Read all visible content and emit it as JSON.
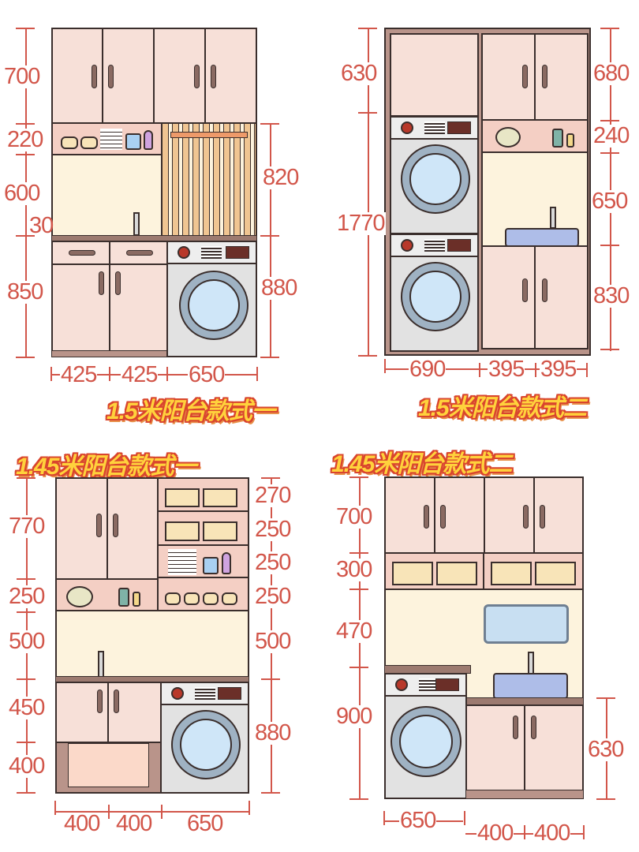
{
  "designs": [
    {
      "title": "1.5米阳台款式一",
      "left_dims": [
        "700",
        "220",
        "600",
        "30",
        "850"
      ],
      "right_dims": [
        "820",
        "880"
      ],
      "bottom_dims": [
        "425",
        "425",
        "650"
      ]
    },
    {
      "title": "1.5米阳台款式二",
      "left_dims": [
        "630",
        "1770"
      ],
      "right_dims": [
        "680",
        "240",
        "650",
        "830"
      ],
      "bottom_dims": [
        "690",
        "395",
        "395"
      ]
    },
    {
      "title": "1.45米阳台款式一",
      "left_dims": [
        "770",
        "250",
        "500",
        "450",
        "400"
      ],
      "right_dims": [
        "270",
        "250",
        "250",
        "250",
        "500",
        "880"
      ],
      "bottom_dims": [
        "400",
        "400",
        "650"
      ]
    },
    {
      "title": "1.45米阳台款式二",
      "left_dims": [
        "700",
        "300",
        "470",
        "900"
      ],
      "right_dims": [
        "630"
      ],
      "bottom_dims": [
        "650",
        "400",
        "400"
      ]
    }
  ],
  "colors": {
    "dimension": "#d2564a",
    "cabinet": "#f7e0d8",
    "title_fill": "#ffd23c",
    "title_outline": "#d9452e"
  }
}
